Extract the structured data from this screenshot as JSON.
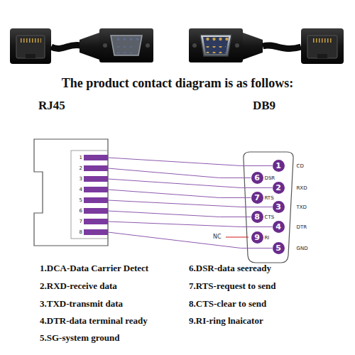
{
  "diagram": {
    "title": "The product contact diagram is as follows:",
    "nodes": [
      {
        "text": [
          "1"
        ]
      },
      {
        "text": [
          "2"
        ]
      },
      {
        "text": [
          "3"
        ]
      },
      {
        "text": [
          "4"
        ]
      },
      {
        "text": [
          "5"
        ]
      },
      {
        "text": [
          "6"
        ]
      },
      {
        "text": [
          "7"
        ]
      },
      {
        "text": [
          "8"
        ]
      },
      {
        "text": [
          "1",
          "CD"
        ]
      },
      {
        "text": [
          "6",
          "DSR"
        ]
      },
      {
        "text": [
          "2",
          "RXD"
        ]
      },
      {
        "text": [
          "7",
          "RTS"
        ]
      },
      {
        "text": [
          "3",
          "TXD"
        ]
      },
      {
        "text": [
          "8",
          "CTS"
        ]
      },
      {
        "text": [
          "4",
          "DTR"
        ]
      },
      {
        "text": [
          "9",
          "RI"
        ]
      },
      {
        "text": [
          "5",
          "GND"
        ]
      }
    ],
    "edges": [
      {
        "from": 0,
        "to": 8,
        "arrow": "none"
      },
      {
        "from": 1,
        "to": 9,
        "arrow": "none"
      },
      {
        "from": 2,
        "to": 10,
        "arrow": "none"
      },
      {
        "from": 3,
        "to": 11,
        "arrow": "none"
      },
      {
        "from": 4,
        "to": 12,
        "arrow": "none"
      },
      {
        "from": 5,
        "to": 13,
        "arrow": "none"
      },
      {
        "from": 6,
        "to": 14,
        "arrow": "none"
      },
      {
        "from": 7,
        "to": 16,
        "arrow": "none"
      }
    ],
    "labels": [
      "RJ45",
      "DB9",
      "NC",
      "1.DCA-Data Carrier Detect",
      "2.RXD-receive data",
      "3.TXD-transmit data",
      "4.DTR-data terminal ready",
      "5.SG-system ground",
      "6.DSR-data seeready",
      "7.RTS-request to send",
      "8.CTS-clear to send",
      "9.RI-ring lnaicator"
    ]
  }
}
